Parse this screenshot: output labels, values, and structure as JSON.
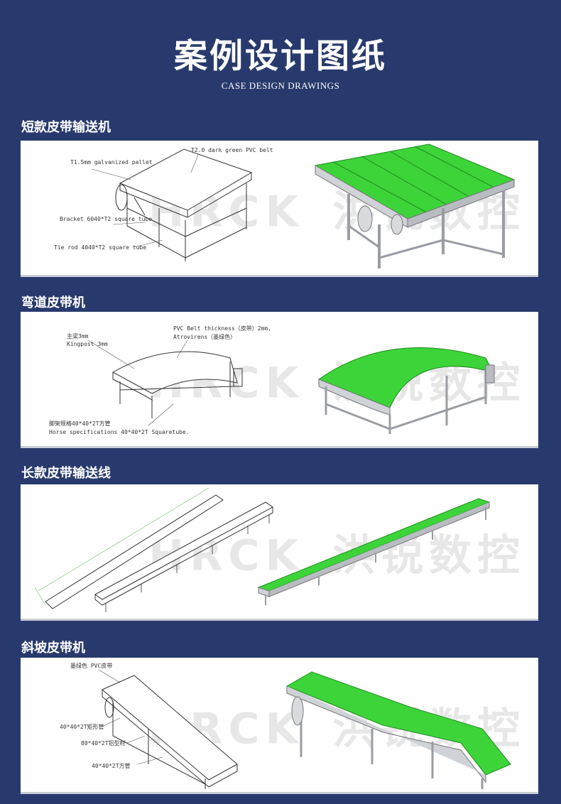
{
  "header": {
    "title": "案例设计图纸",
    "subtitle": "CASE DESIGN DRAWINGS"
  },
  "watermark": {
    "latin": "HRCK",
    "chinese": "洪锐数控"
  },
  "colors": {
    "background": "#283a6d",
    "belt_green": "#3dd43a",
    "panel": "#ffffff"
  },
  "sections": [
    {
      "title": "短款皮带输送机",
      "annotations": [
        "T1.5mm galvanized pallet",
        "T2.0 dark green PVC belt",
        "Bracket 6040*T2 square tube",
        "Tie rod 4040*T2 square tube"
      ]
    },
    {
      "title": "弯道皮带机",
      "annotations": [
        "主梁3mm",
        "Kingpost 3mm",
        "PVC Belt thickness（皮带）2mm,",
        "Atrovirens（墨绿色）",
        "脚架规格40*40*2T方管",
        "Horse specifications 40*40*2T Squaretube."
      ]
    },
    {
      "title": "长款皮带输送线",
      "annotations": []
    },
    {
      "title": "斜坡皮带机",
      "annotations": [
        "墨绿色 PVC皮带",
        "40*40*2T矩形管",
        "80*40*2T铝型材",
        "40*40*2T方管"
      ]
    }
  ]
}
